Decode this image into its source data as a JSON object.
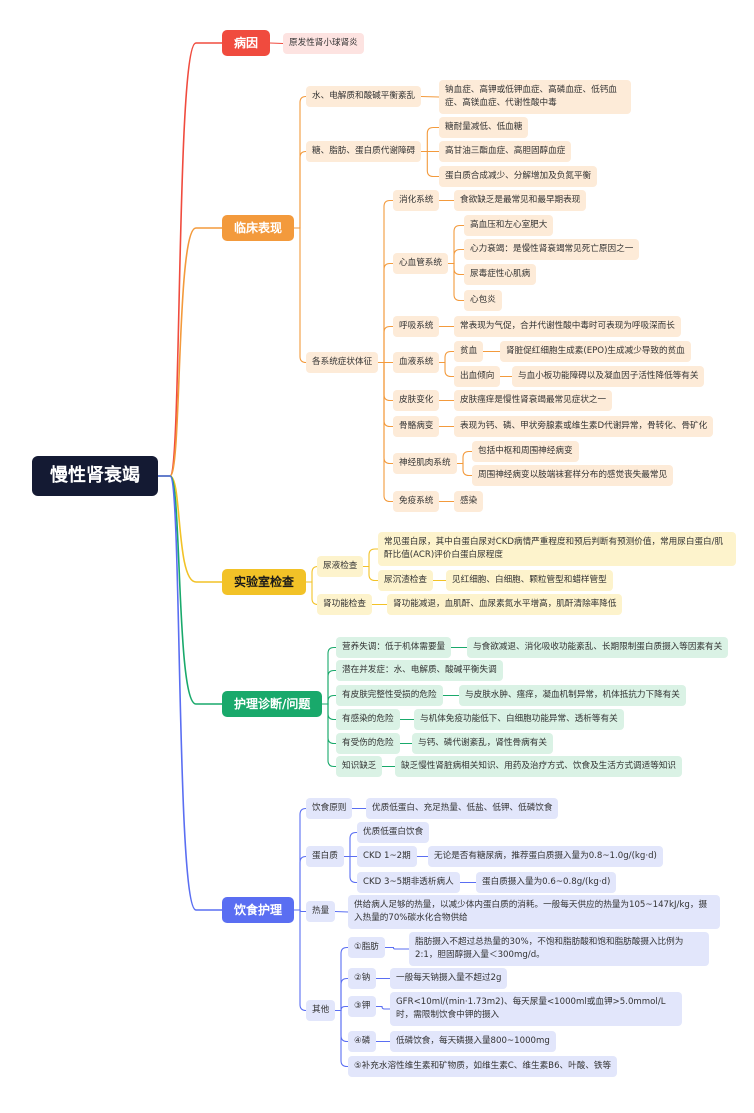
{
  "root": {
    "label": "慢性肾衰竭"
  },
  "branches": [
    {
      "key": "b1",
      "label": "病因",
      "color": "#f04b3e",
      "fill": "#fde3e1"
    },
    {
      "key": "b2",
      "label": "临床表现",
      "color": "#f39a3c",
      "fill": "#fdebd8"
    },
    {
      "key": "b3",
      "label": "实验室检查",
      "color": "#f2c227",
      "fill": "#fdf3cc"
    },
    {
      "key": "b4",
      "label": "护理诊断/问题",
      "color": "#19a96b",
      "fill": "#daf2e5"
    },
    {
      "key": "b5",
      "label": "饮食护理",
      "color": "#5a6ef2",
      "fill": "#e2e6fb"
    }
  ],
  "nodes": {
    "n1": "原发性肾小球肾炎",
    "n2": "水、电解质和酸碱平衡紊乱",
    "n3": "钠血症、高钾或低钾血症、高磷血症、低钙血症、高镁血症、代谢性酸中毒",
    "n4": "糖、脂肪、蛋白质代谢障碍",
    "n5": "糖耐量减低、低血糖",
    "n6": "高甘油三酯血症、高胆固醇血症",
    "n7": "蛋白质合成减少、分解增加及负氮平衡",
    "n8": "各系统症状体征",
    "n9": "消化系统",
    "n10": "食欲缺乏是最常见和最早期表现",
    "n11": "心血管系统",
    "n12": "高血压和左心室肥大",
    "n13": "心力衰竭：是慢性肾衰竭常见死亡原因之一",
    "n14": "尿毒症性心肌病",
    "n15": "心包炎",
    "n16": "呼吸系统",
    "n17": "常表现为气促，合并代谢性酸中毒时可表现为呼吸深而长",
    "n18": "血液系统",
    "n19": "贫血",
    "n20": "肾脏促红细胞生成素(EPO)生成减少导致的贫血",
    "n21": "出血倾向",
    "n22": "与血小板功能障碍以及凝血因子活性降低等有关",
    "n23": "皮肤变化",
    "n24": "皮肤瘙痒是慢性肾衰竭最常见症状之一",
    "n25": "骨骼病变",
    "n26": "表现为钙、磷、甲状旁腺素或维生素D代谢异常，骨转化、骨矿化",
    "n27": "神经肌肉系统",
    "n28": "包括中枢和周围神经病变",
    "n29": "周围神经病变以肢端袜套样分布的感觉丧失最常见",
    "n30": "免疫系统",
    "n31": "感染",
    "n32": "尿液检查",
    "n33": "常见蛋白尿，其中白蛋白尿对CKD病情严重程度和预后判断有预测价值，常用尿白蛋白/肌酐比值(ACR)评价白蛋白尿程度",
    "n34": "尿沉渣检查",
    "n35": "见红细胞、白细胞、颗粒管型和蜡样管型",
    "n36": "肾功能检查",
    "n37": "肾功能减退，血肌酐、血尿素氮水平增高，肌酐清除率降低",
    "n38": "营养失调：低于机体需要量",
    "n39": "与食欲减退、消化吸收功能紊乱、长期限制蛋白质摄入等因素有关",
    "n40": "潜在并发症：水、电解质、酸碱平衡失调",
    "n41": "有皮肤完整性受损的危险",
    "n42": "与皮肤水肿、瘙痒，凝血机制异常，机体抵抗力下降有关",
    "n43": "有感染的危险",
    "n44": "与机体免疫功能低下、白细胞功能异常、透析等有关",
    "n45": "有受伤的危险",
    "n46": "与钙、磷代谢紊乱，肾性骨病有关",
    "n47": "知识缺乏",
    "n48": "缺乏慢性肾脏病相关知识、用药及治疗方式、饮食及生活方式调适等知识",
    "n49": "饮食原则",
    "n50": "优质低蛋白、充足热量、低盐、低钾、低磷饮食",
    "n51": "蛋白质",
    "n52": "优质低蛋白饮食",
    "n53": "CKD  1~2期",
    "n54": "无论是否有糖尿病，推荐蛋白质摄入量为0.8~1.0g/(kg·d)",
    "n55": "CKD  3~5期非透析病人",
    "n56": "蛋白质摄入量为0.6~0.8g/(kg·d)",
    "n57": "热量",
    "n58": "供给病人足够的热量，以减少体内蛋白质的消耗。一般每天供应的热量为105~147kJ/kg，摄入热量的70%碳水化合物供给",
    "n59": "其他",
    "n60": "①脂肪",
    "n61": "脂肪摄入不超过总热量的30%，不饱和脂肪酸和饱和脂肪酸摄入比例为2:1，胆固醇摄入量＜300mg/d。",
    "n62": "②钠",
    "n63": "一般每天钠摄入量不超过2g",
    "n64": "③钾",
    "n65": "GFR<10ml/(min·1.73m2)、每天尿量<1000ml或血钾>5.0mmol/L时，需限制饮食中钾的摄入",
    "n66": "④磷",
    "n67": "低磷饮食，每天磷摄入量800~1000mg",
    "n68": "⑤补充水溶性维生素和矿物质，如维生素C、维生素B6、叶酸、铁等"
  }
}
